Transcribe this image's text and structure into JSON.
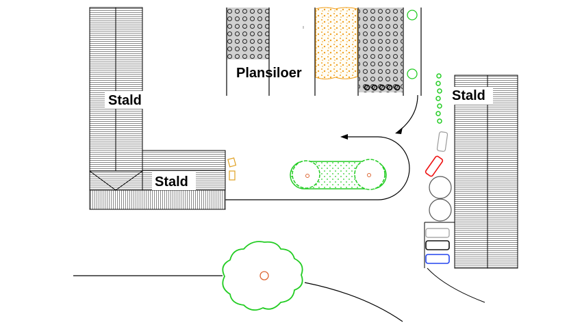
{
  "labels": {
    "stald_tall": "Stald",
    "stald_wing": "Stald",
    "stald_right": "Stald",
    "plansiloer": "Plansiloer"
  },
  "colors": {
    "line": "#000000",
    "roof_hatch": "#555555",
    "silo_fill": "#d0d0d0",
    "silage_orange": "#f0a020",
    "vegetation_green": "#22cc22",
    "trunk_mark": "#dd6633",
    "car_red": "#ee1111",
    "car_blue": "#2244ee",
    "car_black": "#111111",
    "car_grey": "#999999",
    "bale_yellow": "#e0a020"
  },
  "icons": {
    "arrow": "flow-arrow-icon",
    "tree": "tree-icon",
    "car": "car-icon",
    "tank": "round-tank-icon"
  }
}
